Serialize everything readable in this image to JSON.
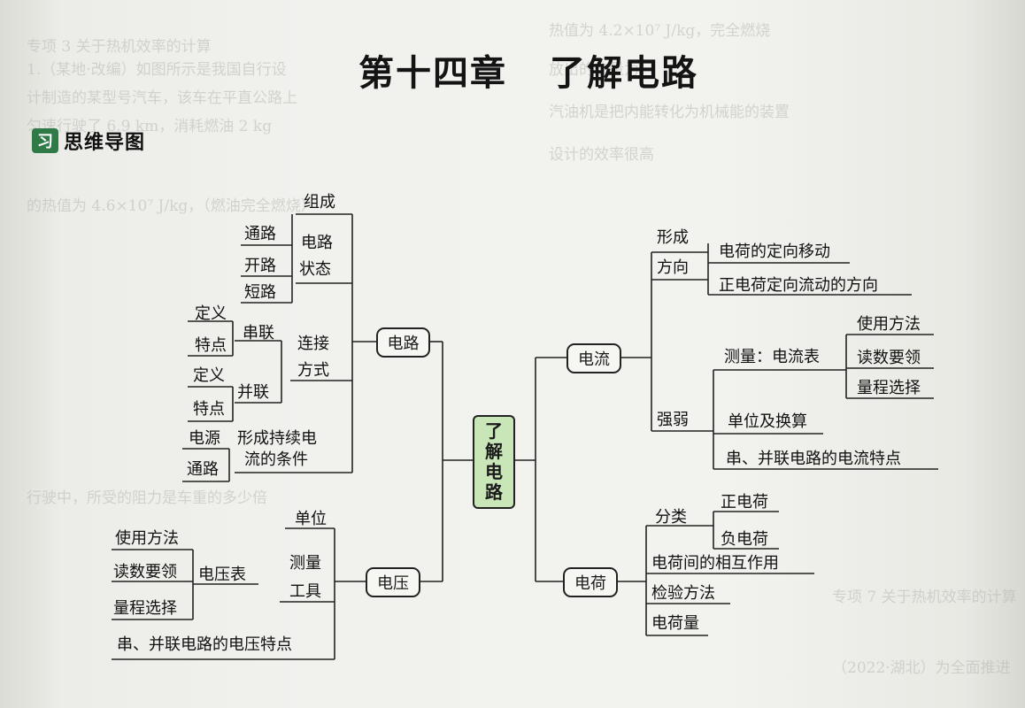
{
  "title": {
    "part1": "第十四章",
    "part2": "了解电路"
  },
  "section": {
    "icon": "习",
    "label": "思维导图"
  },
  "center": {
    "chars": [
      "了",
      "解",
      "电",
      "路"
    ]
  },
  "circuit": {
    "label": "电路",
    "composition": "组成",
    "states": {
      "label1": "电路",
      "label2": "状态",
      "items": [
        "通路",
        "开路",
        "短路"
      ]
    },
    "connection": {
      "label1": "连接",
      "label2": "方式",
      "series": {
        "label": "串联",
        "items": [
          "定义",
          "特点"
        ]
      },
      "parallel": {
        "label": "并联",
        "items": [
          "定义",
          "特点"
        ]
      }
    },
    "condition": {
      "line1": "形成持续电",
      "line2": "流的条件",
      "items": [
        "电源",
        "通路"
      ]
    }
  },
  "voltage": {
    "label": "电压",
    "unit": "单位",
    "meter_tool": {
      "line1": "测量",
      "line2": "工具"
    },
    "voltmeter": {
      "label": "电压表",
      "items": [
        "使用方法",
        "读数要领",
        "量程选择"
      ]
    },
    "features": "串、并联电路的电压特点"
  },
  "current": {
    "label": "电流",
    "formation": {
      "label": "形成",
      "value": "电荷的定向移动"
    },
    "direction": {
      "label": "方向",
      "value": "正电荷定向流动的方向"
    },
    "strength": {
      "label": "强弱",
      "meter": {
        "label": "测量：电流表",
        "items": [
          "使用方法",
          "读数要领",
          "量程选择"
        ]
      },
      "unit": "单位及换算",
      "features": "串、并联电路的电流特点"
    }
  },
  "charge": {
    "label": "电荷",
    "classification": {
      "label": "分类",
      "items": [
        "正电荷",
        "负电荷"
      ]
    },
    "interaction": "电荷间的相互作用",
    "test": "检验方法",
    "quantity": "电荷量"
  },
  "colors": {
    "center_fill": "#c9e6b8",
    "section_icon": "#2f7a46",
    "line": "#222222"
  }
}
